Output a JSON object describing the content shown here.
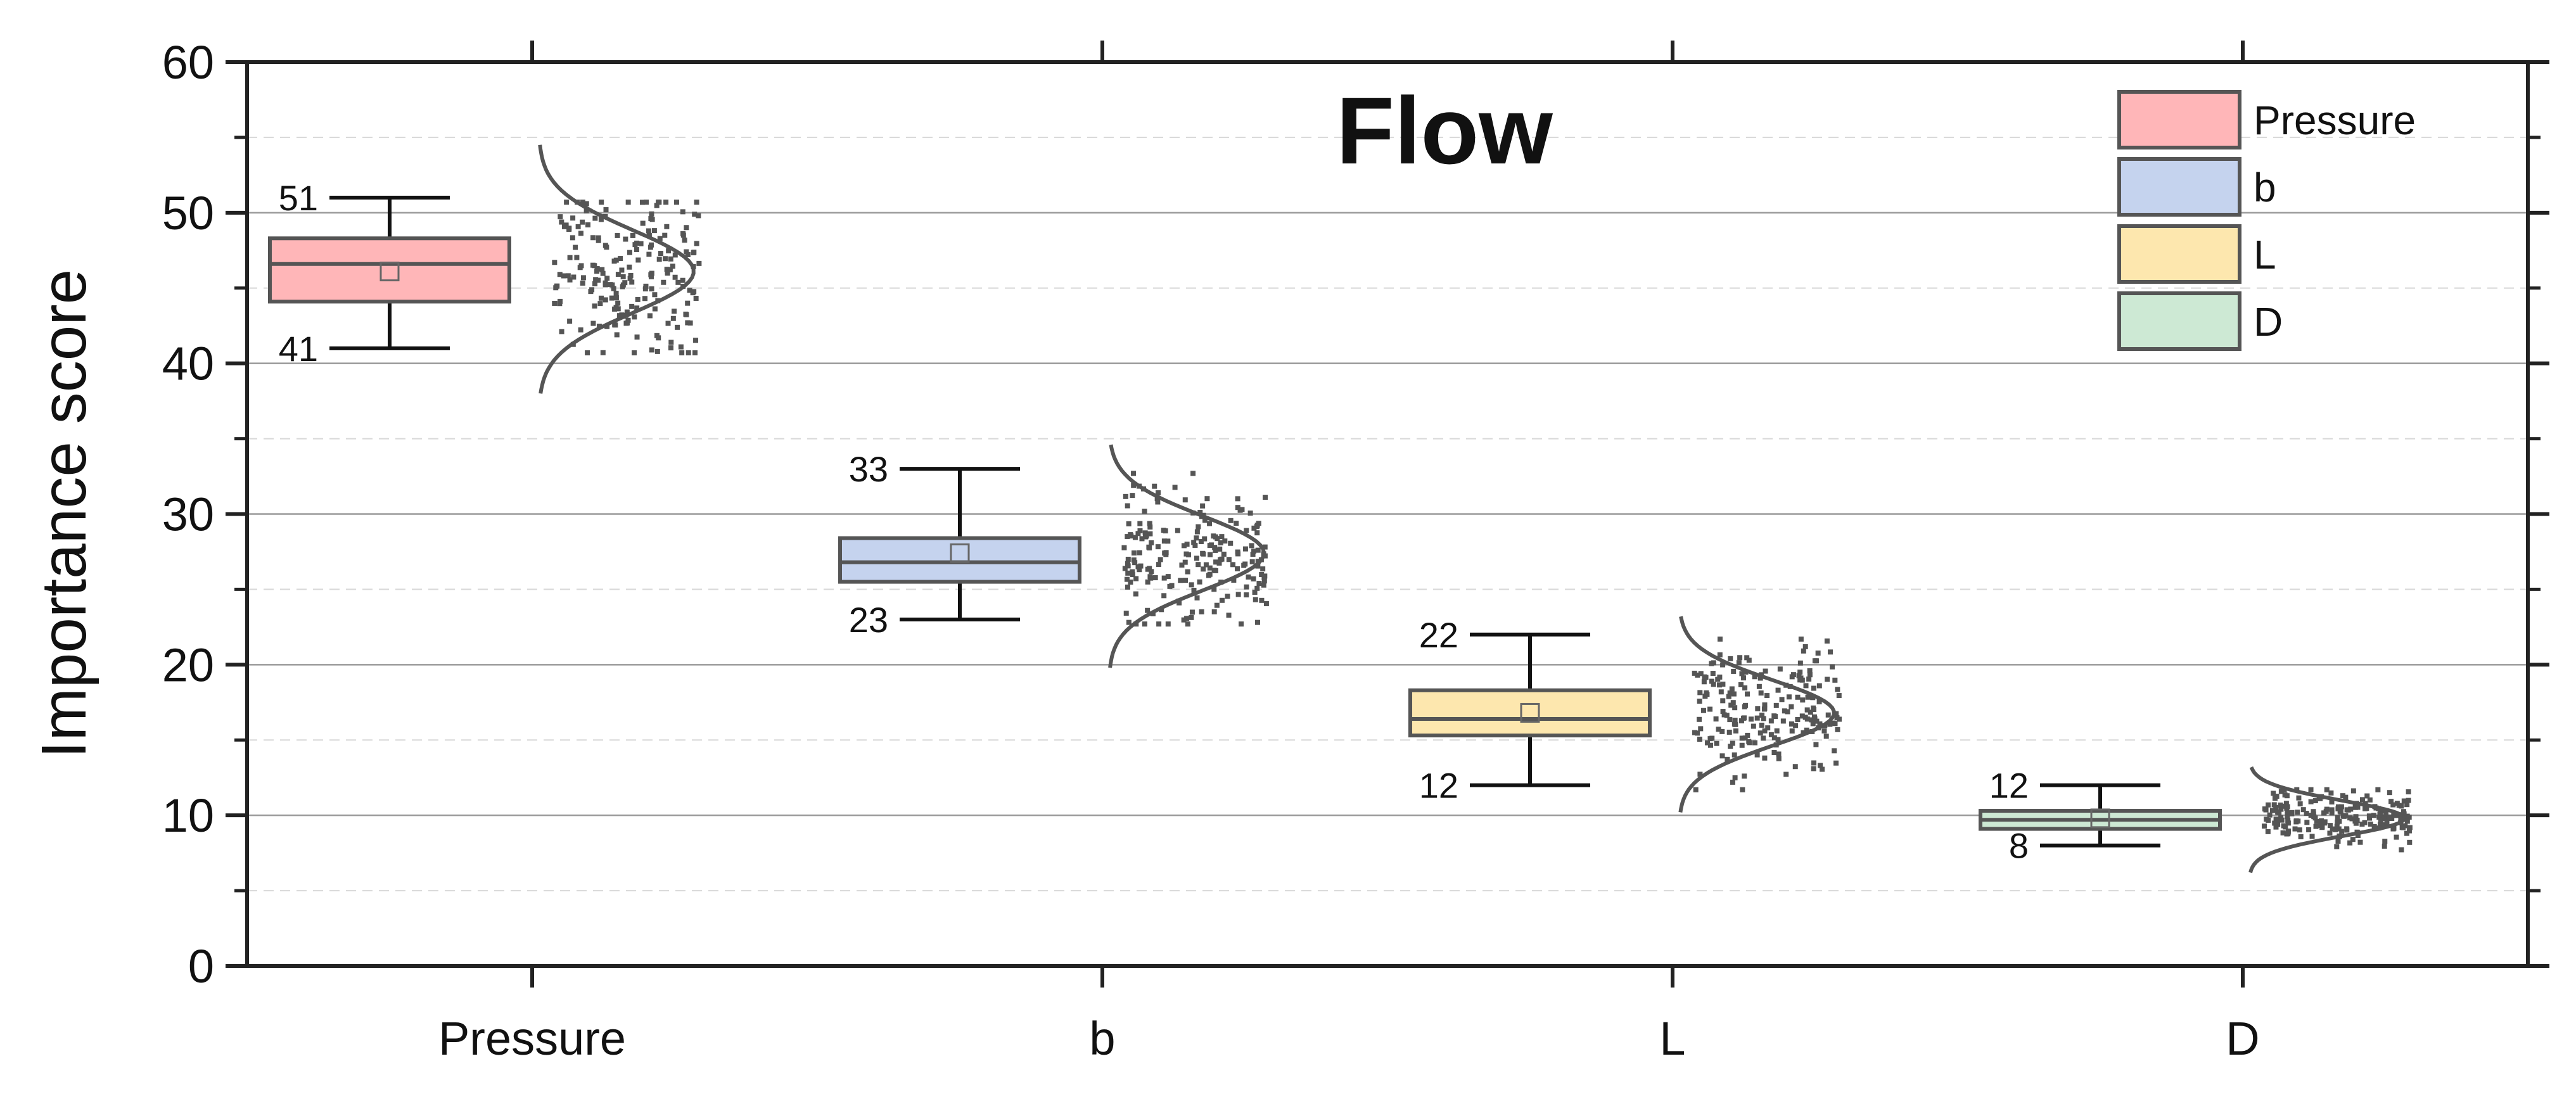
{
  "chart_data": {
    "type": "box",
    "title": "Flow",
    "xlabel": "",
    "ylabel": "Importance score",
    "ylim": [
      0,
      60
    ],
    "y_ticks": [
      0,
      10,
      20,
      30,
      40,
      50,
      60
    ],
    "categories": [
      "Pressure",
      "b",
      "L",
      "D"
    ],
    "grid": "horizontal",
    "legend_position": "top-right",
    "series": [
      {
        "name": "Pressure",
        "color": "#ffb6b8",
        "whisker_low": 41,
        "q1": 44.1,
        "median": 46.6,
        "q3": 48.3,
        "whisker_high": 51,
        "mean": 46.1,
        "low_label": "41",
        "high_label": "51",
        "dist_range": [
          38,
          54.5
        ]
      },
      {
        "name": "b",
        "color": "#c5d3ee",
        "whisker_low": 23,
        "q1": 25.5,
        "median": 26.8,
        "q3": 28.4,
        "whisker_high": 33,
        "mean": 27.4,
        "low_label": "23",
        "high_label": "33",
        "dist_range": [
          19.8,
          34.6
        ]
      },
      {
        "name": "L",
        "color": "#fde7ae",
        "whisker_low": 12,
        "q1": 15.3,
        "median": 16.4,
        "q3": 18.3,
        "whisker_high": 22,
        "mean": 16.8,
        "low_label": "12",
        "high_label": "22",
        "dist_range": [
          10.2,
          23.2
        ]
      },
      {
        "name": "D",
        "color": "#cde9d4",
        "whisker_low": 8,
        "q1": 9.1,
        "median": 9.7,
        "q3": 10.3,
        "whisker_high": 12,
        "mean": 9.8,
        "low_label": "8",
        "high_label": "12",
        "dist_range": [
          6.2,
          13.2
        ]
      }
    ]
  }
}
